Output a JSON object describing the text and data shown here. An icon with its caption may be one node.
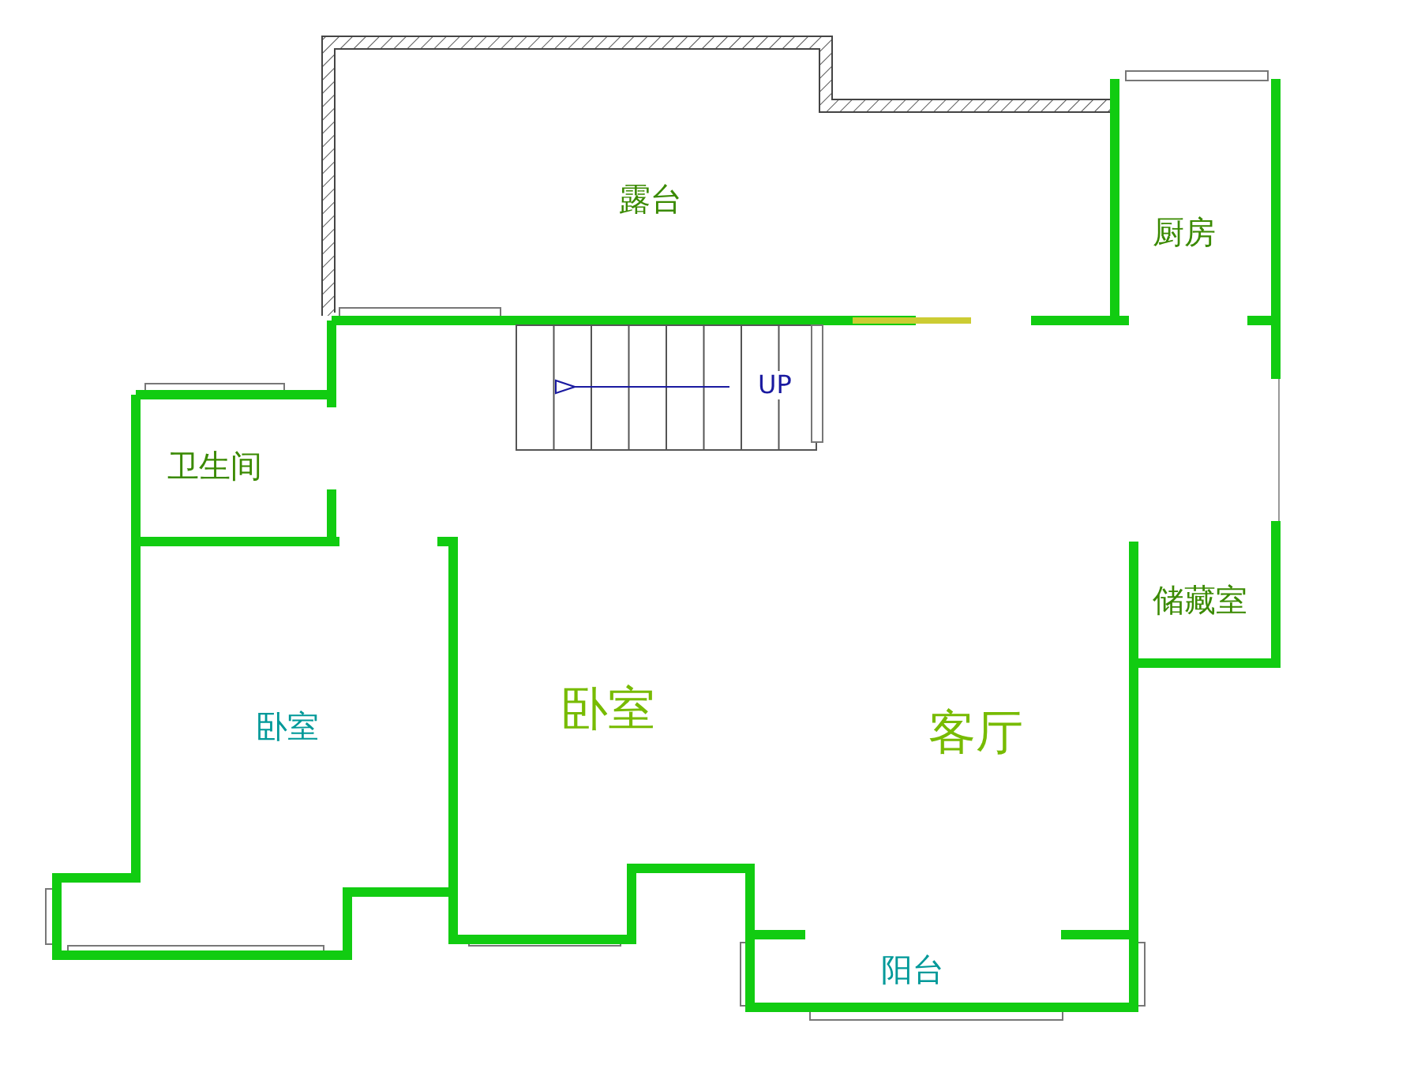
{
  "diagram": {
    "labels": [
      "露台",
      "厨房",
      "UP",
      "卫生间",
      "储藏室",
      "卧室",
      "卧室",
      "客厅",
      "阳台"
    ]
  }
}
